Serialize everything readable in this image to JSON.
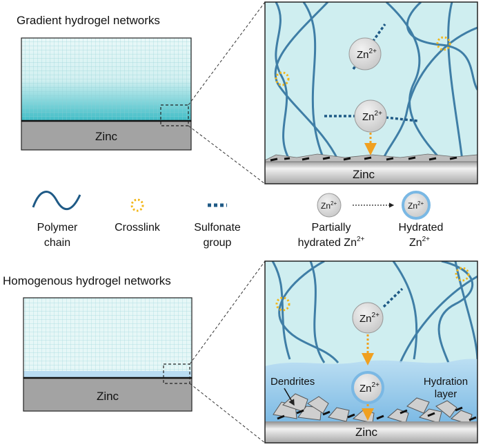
{
  "top": {
    "title": "Gradient hydrogel networks",
    "substrate": "Zinc",
    "zoom": {
      "ion_label": "Zn",
      "ion_charge": "2+",
      "substrate": "Zinc"
    }
  },
  "legend": {
    "polymer_label_1": "Polymer",
    "polymer_label_2": "chain",
    "crosslink_label": "Crosslink",
    "sulfonate_label_1": "Sulfonate",
    "sulfonate_label_2": "group",
    "partial_ion": "Zn",
    "partial_charge": "2+",
    "partial_label_1": "Partially",
    "partial_label_2": "hydrated Zn",
    "partial_label_sup": "2+",
    "hydrated_ion": "Zn",
    "hydrated_charge": "2+",
    "hydrated_label_1": "Hydrated",
    "hydrated_label_2": "Zn",
    "hydrated_label_sup": "2+"
  },
  "bottom": {
    "title": "Homogenous hydrogel networks",
    "substrate": "Zinc",
    "zoom": {
      "ion_label": "Zn",
      "ion_charge": "2+",
      "dendrites_label": "Dendrites",
      "hydration_label_1": "Hydration",
      "hydration_label_2": "layer",
      "substrate": "Zinc"
    }
  },
  "colors": {
    "gel": "#cfeef0",
    "gel_dense": "#4ec6cf",
    "chain": "#3f7ea6",
    "crosslink": "#f2b619",
    "sulfonate": "#1f5a86",
    "arrow": "#f0a020",
    "zinc": "#9a9a9a",
    "hydration": "#7ab8e4"
  }
}
